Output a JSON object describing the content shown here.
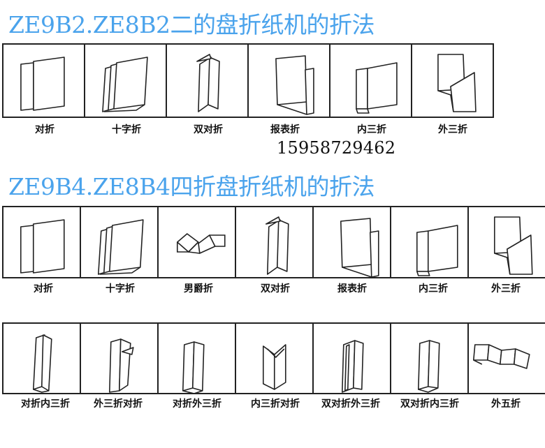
{
  "sections": [
    {
      "title": "ZE9B2.ZE8B2二的盘折纸机的折法",
      "items": [
        {
          "label": "对折",
          "icon": "half-fold-icon"
        },
        {
          "label": "十字折",
          "icon": "cross-fold-icon"
        },
        {
          "label": "双对折",
          "icon": "double-parallel-fold-icon"
        },
        {
          "label": "报表折",
          "icon": "report-fold-icon"
        },
        {
          "label": "内三折",
          "icon": "letter-fold-icon"
        },
        {
          "label": "外三折",
          "icon": "z-fold-icon"
        }
      ]
    },
    {
      "title": "ZE9B4.ZE8B4四折盘折纸机的折法",
      "items": [
        {
          "label": "对折",
          "icon": "half-fold-icon"
        },
        {
          "label": "十字折",
          "icon": "cross-fold-icon"
        },
        {
          "label": "男爵折",
          "icon": "gate-fold-icon"
        },
        {
          "label": "双对折",
          "icon": "double-parallel-fold-icon"
        },
        {
          "label": "报表折",
          "icon": "report-fold-icon"
        },
        {
          "label": "内三折",
          "icon": "letter-fold-icon"
        },
        {
          "label": "外三折",
          "icon": "z-fold-icon"
        }
      ],
      "items_row2": [
        {
          "label": "对折内三折",
          "icon": "half-letter-fold-icon"
        },
        {
          "label": "外三折对折",
          "icon": "z-half-fold-icon"
        },
        {
          "label": "对折外三折",
          "icon": "half-z-fold-icon"
        },
        {
          "label": "内三折对折",
          "icon": "letter-half-fold-icon"
        },
        {
          "label": "双对折外三折",
          "icon": "double-z-fold-icon"
        },
        {
          "label": "双对折内三折",
          "icon": "double-letter-fold-icon"
        },
        {
          "label": "外五折",
          "icon": "accordion-fold-icon"
        }
      ]
    }
  ],
  "contact": {
    "phone": "15958729462"
  },
  "colors": {
    "title": "#4aa3ec",
    "lines": "#222222"
  }
}
